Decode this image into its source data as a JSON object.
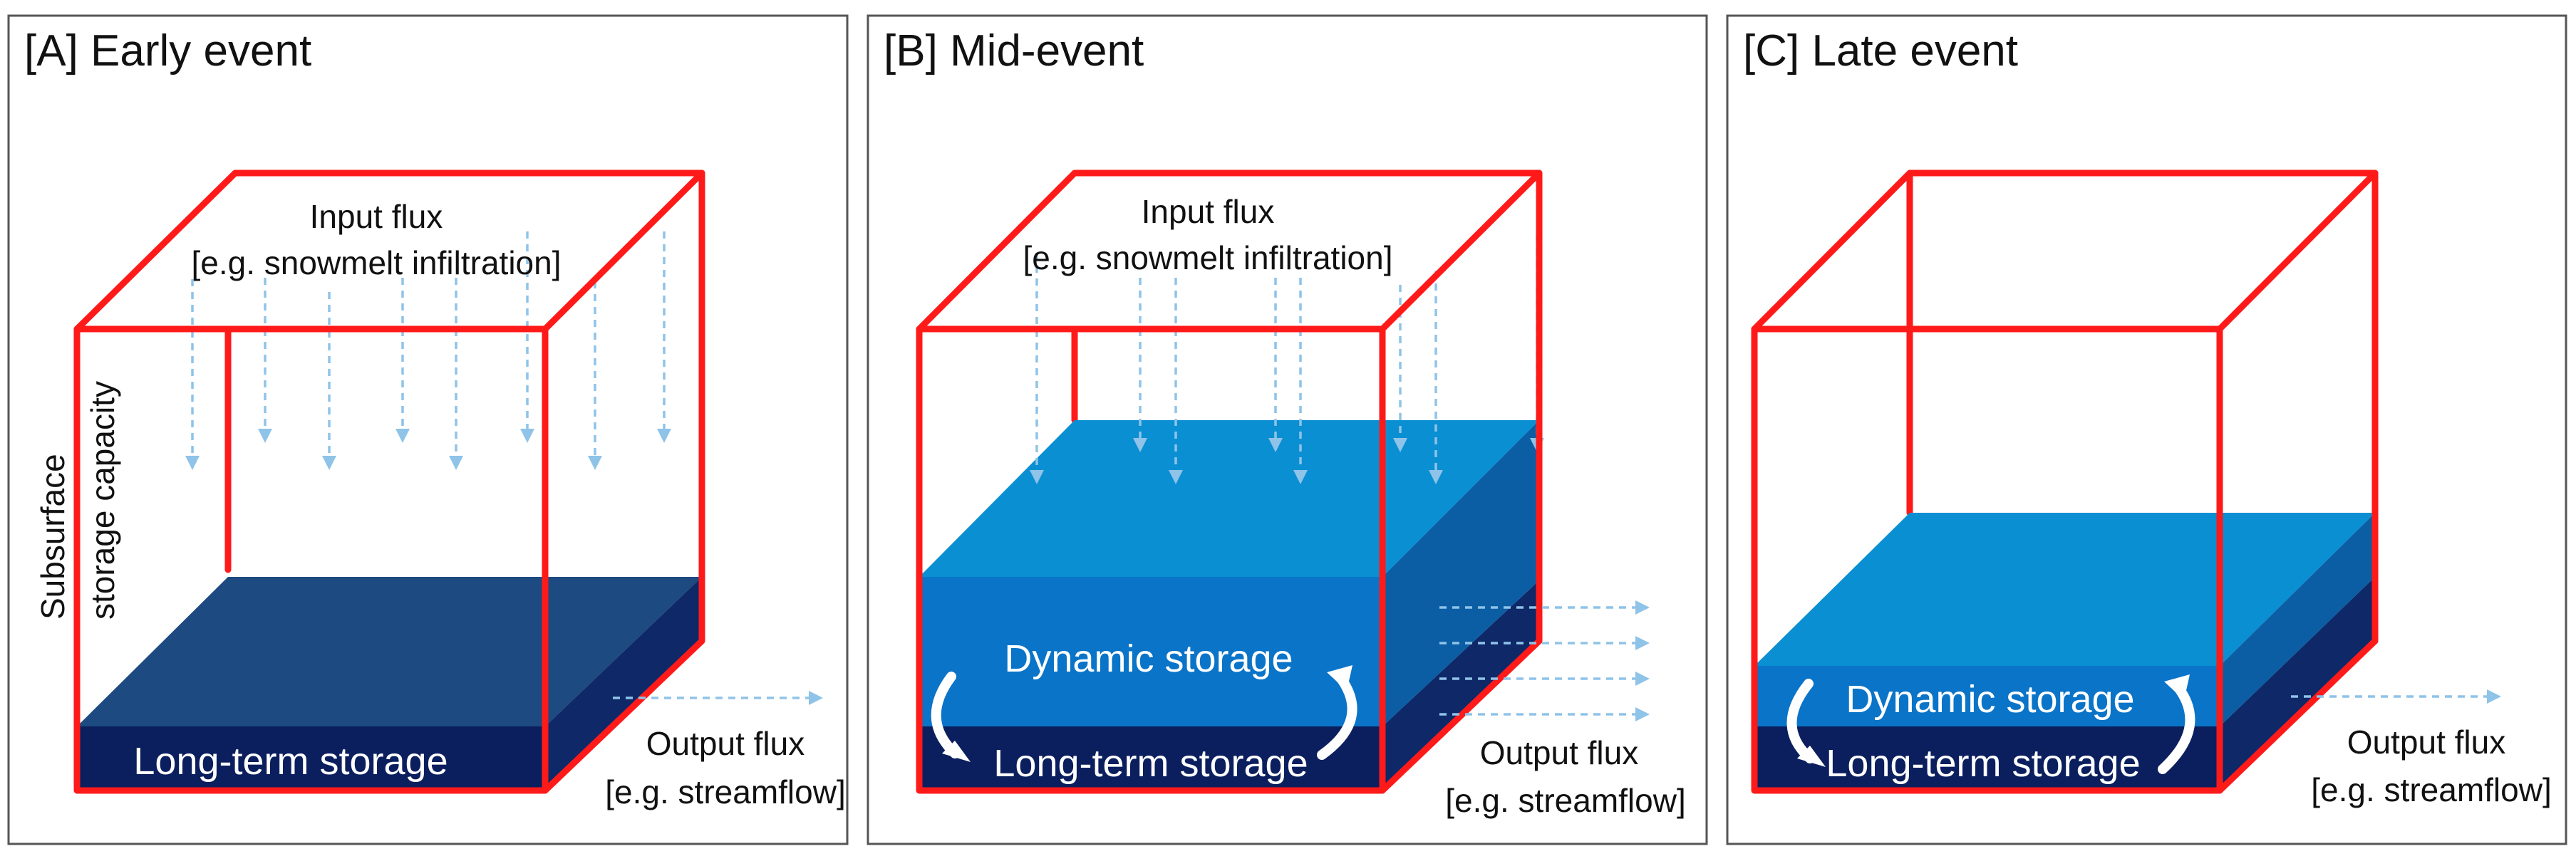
{
  "panels": [
    {
      "id": "A",
      "title": "[A] Early event",
      "input_flux": "Input flux",
      "input_flux_example": "[e.g. snowmelt infiltration]",
      "output_flux": "Output flux",
      "output_flux_example": "[e.g. streamflow]",
      "axis_label_line1": "Subsurface",
      "axis_label_line2": "storage capacity",
      "long_term_label": "Long-term storage"
    },
    {
      "id": "B",
      "title": "[B] Mid-event",
      "input_flux": "Input flux",
      "input_flux_example": "[e.g. snowmelt infiltration]",
      "output_flux": "Output flux",
      "output_flux_example": "[e.g. streamflow]",
      "dynamic_label": "Dynamic storage",
      "long_term_label": "Long-term storage"
    },
    {
      "id": "C",
      "title": "[C] Late event",
      "output_flux": "Output flux",
      "output_flux_example": "[e.g. streamflow]",
      "dynamic_label": "Dynamic storage",
      "long_term_label": "Long-term storage"
    }
  ],
  "colors": {
    "cube_edge": "#ff1a1a",
    "long_term_fill": "#0b1f5e",
    "dynamic_fill": "#0a74c8",
    "water_top": "#0a90d8",
    "flux_arrow": "#8fc3e8"
  }
}
